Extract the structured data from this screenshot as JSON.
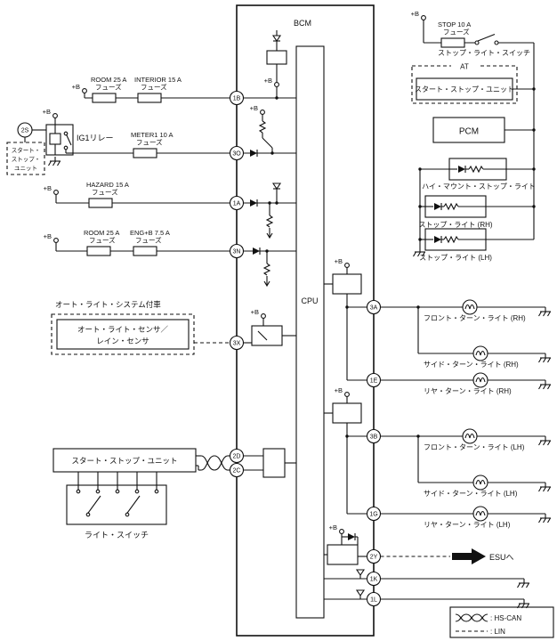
{
  "bcm": {
    "label": "BCM",
    "cpu": "CPU"
  },
  "sym": {
    "plus_b": "+B",
    "fuse_word": "フューズ"
  },
  "row1b": {
    "fuse1": "ROOM 25 A",
    "fuse2": "INTERIOR 15 A",
    "conn": "1B"
  },
  "row3o": {
    "conn2s": "2S",
    "unit1": "スタート・",
    "unit2": "ストップ・",
    "unit3": "ユニット",
    "relay": "IG1リレー",
    "fuse1": "METER1 10 A",
    "conn": "3O"
  },
  "row1a": {
    "fuse1": "HAZARD 15 A",
    "conn": "1A"
  },
  "row3n": {
    "fuse1": "ROOM 25 A",
    "fuse2": "ENG+B 7.5 A",
    "conn": "3N"
  },
  "autolight": {
    "note": "オート・ライト・システム付車",
    "line1": "オート・ライト・センサ／",
    "line2": "レイン・センサ",
    "conn": "3X"
  },
  "startstop": {
    "unit": "スタート・ストップ・ユニット",
    "conn_d": "2D",
    "conn_c": "2C",
    "switch": "ライト・スイッチ"
  },
  "stopcircuit": {
    "fuse": "STOP 10 A",
    "switch": "ストップ・ライト・スイッチ",
    "at": "AT",
    "at_unit": "スタート・ストップ・ユニット",
    "pcm": "PCM",
    "highmount": "ハイ・マウント・ストップ・ライト",
    "stop_rh": "ストップ・ライト (RH)",
    "stop_lh": "ストップ・ライト (LH)"
  },
  "turns": {
    "front_rh": {
      "conn": "3A",
      "label": "フロント・ターン・ライト (RH)"
    },
    "side_rh": {
      "label": "サイド・ターン・ライト (RH)"
    },
    "rear_rh": {
      "conn": "1E",
      "label": "リヤ・ターン・ライト (RH)"
    },
    "front_lh": {
      "conn": "3B",
      "label": "フロント・ターン・ライト (LH)"
    },
    "side_lh": {
      "label": "サイド・ターン・ライト (LH)"
    },
    "rear_lh": {
      "conn": "1G",
      "label": "リヤ・ターン・ライト (LH)"
    }
  },
  "esu": {
    "conn": "2Y",
    "label": "ESUへ"
  },
  "lin1": {
    "conn": "1K"
  },
  "lin2": {
    "conn": "1L"
  },
  "legend": {
    "hscan": ": HS-CAN",
    "lin": ": LIN"
  }
}
